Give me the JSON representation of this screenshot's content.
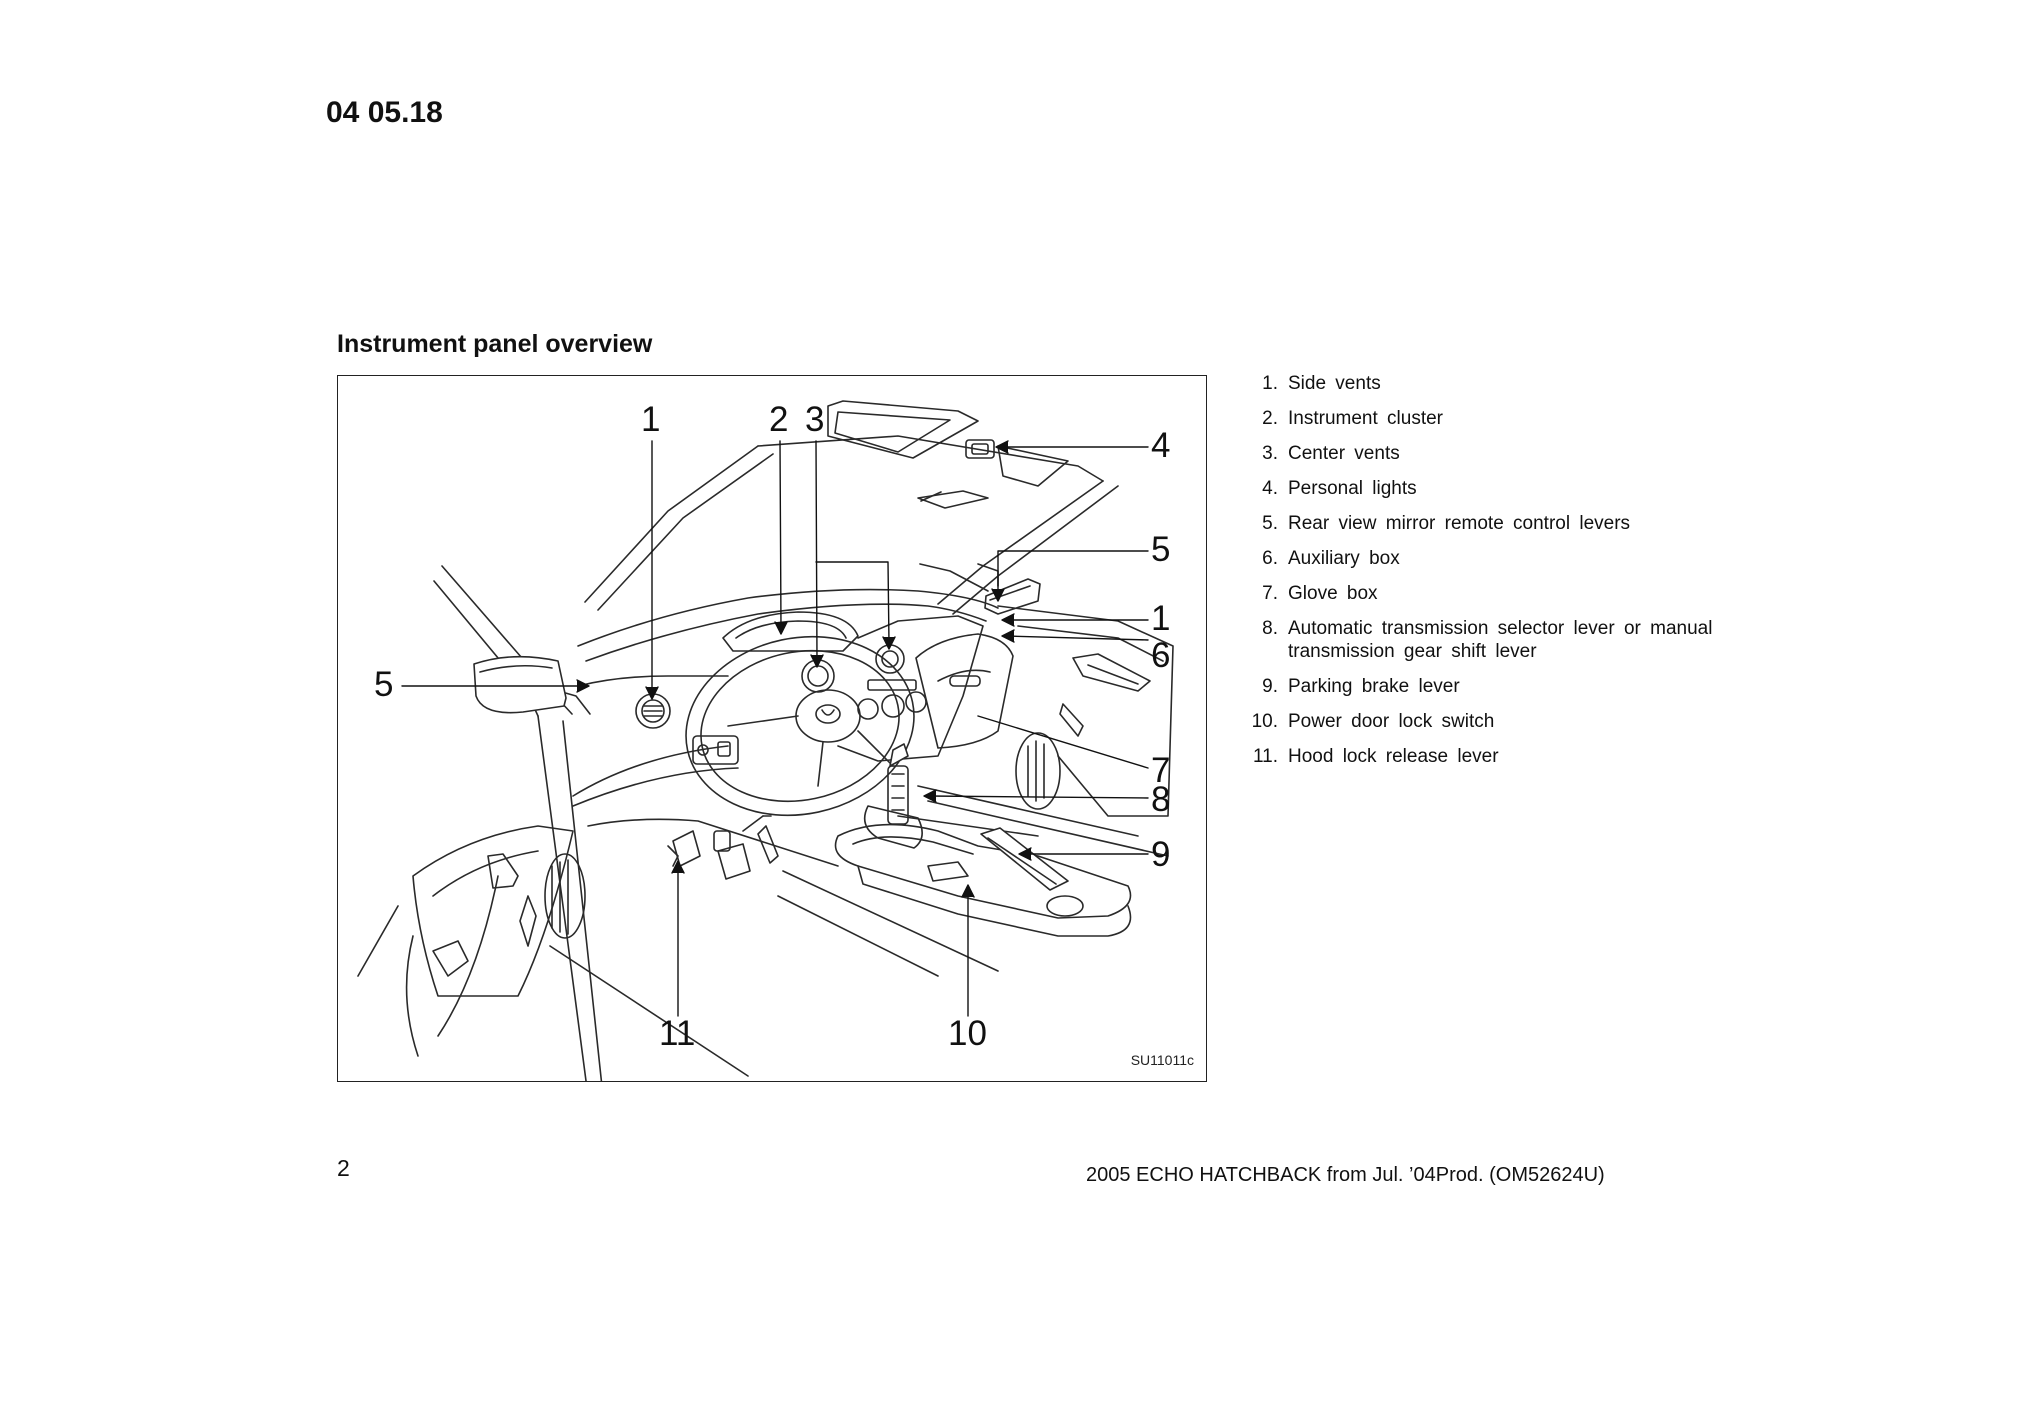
{
  "header": {
    "doc_code": "04 05.18"
  },
  "section": {
    "title": "Instrument panel overview"
  },
  "figure": {
    "code": "SU11011c",
    "callouts": [
      "1",
      "2",
      "3",
      "4",
      "5",
      "1",
      "6",
      "5",
      "7",
      "8",
      "9",
      "11",
      "10"
    ]
  },
  "legend": [
    {
      "num": "1.",
      "label": "Side vents"
    },
    {
      "num": "2.",
      "label": "Instrument cluster"
    },
    {
      "num": "3.",
      "label": "Center vents"
    },
    {
      "num": "4.",
      "label": "Personal lights"
    },
    {
      "num": "5.",
      "label": "Rear view mirror remote control levers"
    },
    {
      "num": "6.",
      "label": "Auxiliary box"
    },
    {
      "num": "7.",
      "label": "Glove box"
    },
    {
      "num": "8.",
      "label": "Automatic transmission selector lever or manual transmission gear shift lever"
    },
    {
      "num": "9.",
      "label": "Parking brake lever"
    },
    {
      "num": "10.",
      "label": "Power door lock switch"
    },
    {
      "num": "11.",
      "label": "Hood lock release lever"
    }
  ],
  "footer": {
    "page_number": "2",
    "title": "2005 ECHO HATCHBACK from Jul. ’04Prod. (OM52624U)"
  }
}
